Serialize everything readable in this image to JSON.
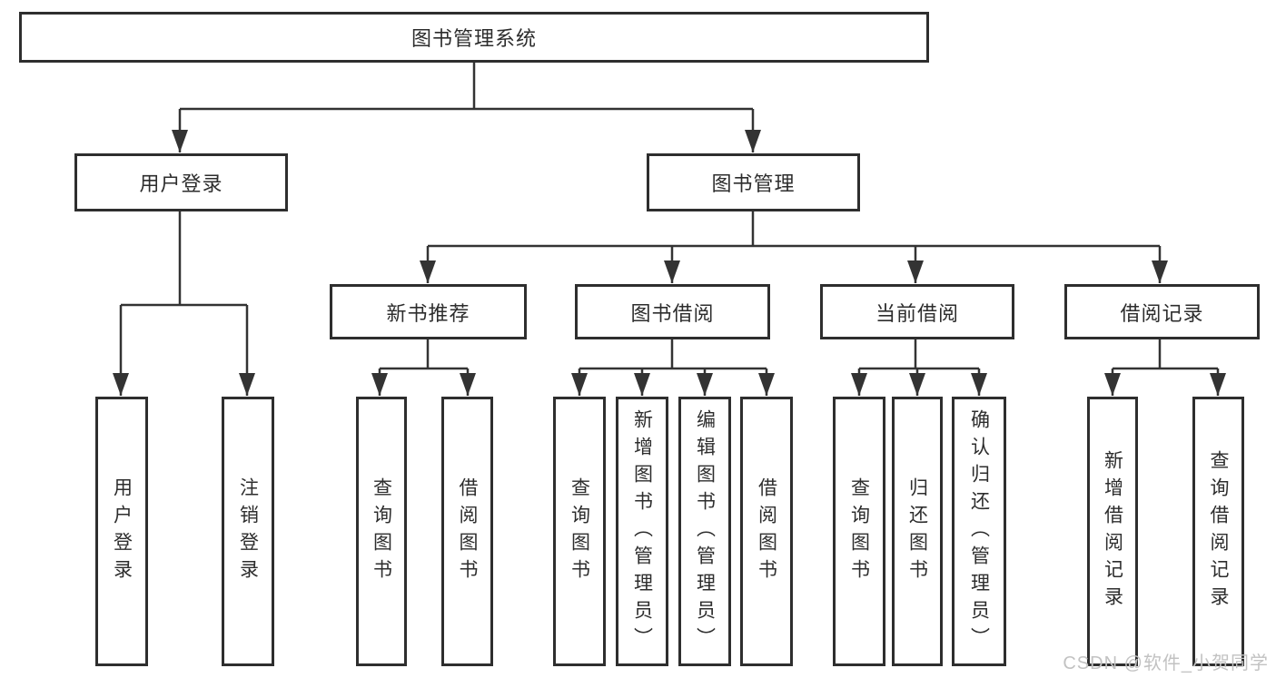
{
  "tree": {
    "root": {
      "label": "图书管理系统"
    },
    "branches": [
      {
        "label": "用户登录",
        "children": [
          {
            "label": "用户登录"
          },
          {
            "label": "注销登录"
          }
        ]
      },
      {
        "label": "图书管理",
        "children": [
          {
            "label": "新书推荐",
            "children": [
              {
                "label": "查询图书"
              },
              {
                "label": "借阅图书"
              }
            ]
          },
          {
            "label": "图书借阅",
            "children": [
              {
                "label": "查询图书"
              },
              {
                "label": "新增图书（管理员）"
              },
              {
                "label": "编辑图书（管理员）"
              },
              {
                "label": "借阅图书"
              }
            ]
          },
          {
            "label": "当前借阅",
            "children": [
              {
                "label": "查询图书"
              },
              {
                "label": "归还图书"
              },
              {
                "label": "确认归还（管理员）"
              }
            ]
          },
          {
            "label": "借阅记录",
            "children": [
              {
                "label": "新增借阅记录"
              },
              {
                "label": "查询借阅记录"
              }
            ]
          }
        ]
      }
    ]
  },
  "watermark": "CSDN @软件_小贺同学",
  "colors": {
    "line": "#333333",
    "border": "#2e2e2e",
    "text": "#2d2d2d",
    "watermark": "#c2c2c2",
    "background": "#ffffff"
  }
}
